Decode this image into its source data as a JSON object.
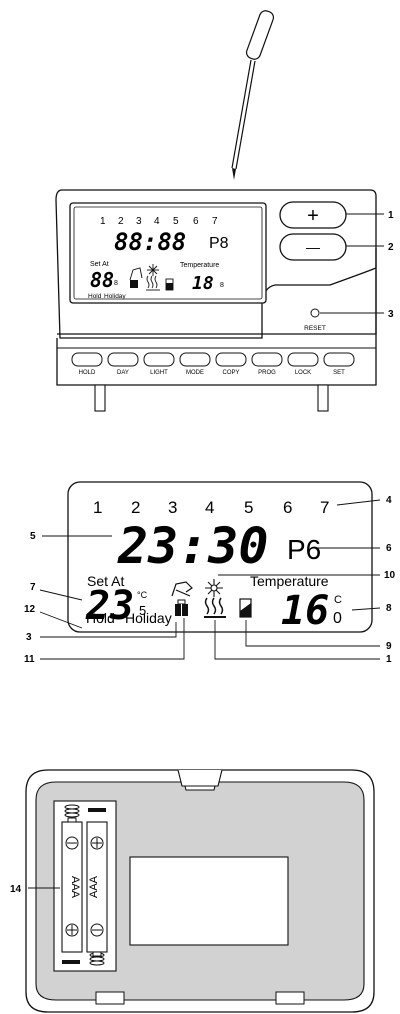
{
  "controller": {
    "day_numbers": [
      "1",
      "2",
      "3",
      "4",
      "5",
      "6",
      "7"
    ],
    "clock": "88:88",
    "program": "P8",
    "set_at_label": "Set  At",
    "set_value": "88",
    "set_decimal": "8",
    "temperature_label": "Temperature",
    "temp_value": "18",
    "temp_decimal": "8",
    "hold_label": "Hold",
    "holiday_label": "Holiday",
    "plus": "+",
    "minus": "—",
    "reset_label": "RESET",
    "buttons": [
      "HOLD",
      "DAY",
      "LIGHT",
      "MODE",
      "COPY",
      "PROG",
      "LOCK",
      "SET"
    ],
    "callouts": [
      "1",
      "2",
      "3"
    ]
  },
  "display": {
    "day_numbers": [
      "1",
      "2",
      "3",
      "4",
      "5",
      "6",
      "7"
    ],
    "clock": "23:30",
    "program": "P6",
    "set_at_label": "Set  At",
    "set_value": "23",
    "set_unit": "°C",
    "set_decimal": "5",
    "temperature_label": "Temperature",
    "temp_value": "16",
    "temp_unit": "C",
    "temp_decimal": "0",
    "hold_label": "Hold",
    "holiday_label": "Holiday",
    "callouts": {
      "days": "4",
      "clock": "5",
      "program": "6",
      "set_temp": "7",
      "room_temp": "8",
      "battery": "9",
      "frost": "10",
      "holiday_icon": "11",
      "hold": "12",
      "hand": "3",
      "heating": "1"
    }
  },
  "battery_compartment": {
    "label_left": "AAA",
    "label_right": "AAA",
    "callout": "14"
  }
}
